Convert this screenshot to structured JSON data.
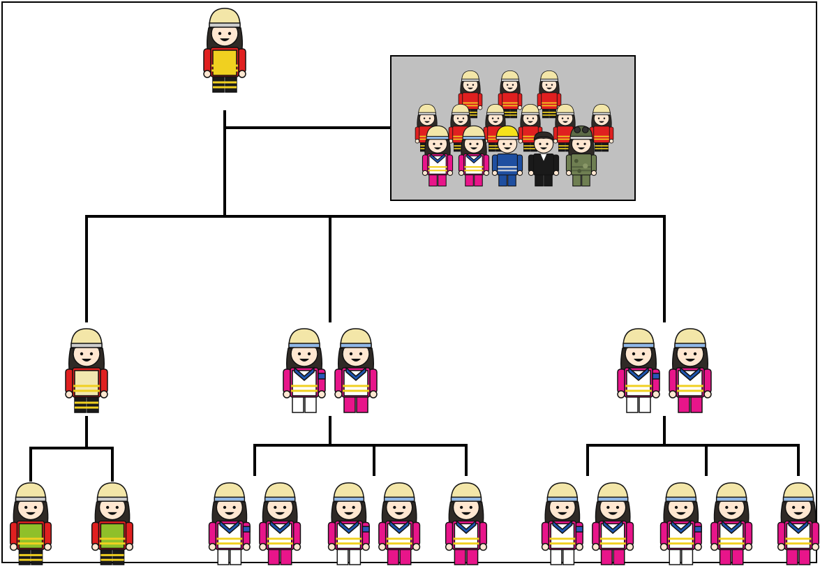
{
  "diagram": {
    "colors": {
      "line": "#000000",
      "staff_box_fill": "#c0c0c0",
      "helmet": "#f3e6a8",
      "hair": "#2f2a26",
      "skin": "#ffe7d1",
      "fire_coat": "#e02020",
      "fire_vest": "#f0d020",
      "leader_vest": "#8fc02a",
      "medic_shirt": "#e8158a",
      "medic_vest": "#ffffff",
      "medic_stripe": "#f0d020",
      "medic_collar": "#1e56b0",
      "medic_trousers_alt": "#ffffff",
      "thw_blue": "#1f4fa0",
      "thw_helmet": "#f5e21b",
      "police_suit": "#1a1a1a",
      "army_camo": "#6f7f52"
    },
    "commander": {
      "role": "incident-commander",
      "figure": "firefighter-commander"
    },
    "staff_group": {
      "rows": [
        [
          "firefighter",
          "firefighter",
          "firefighter"
        ],
        [
          "firefighter",
          "firefighter",
          "firefighter",
          "firefighter",
          "firefighter",
          "firefighter"
        ],
        [
          "medic",
          "medic",
          "thw",
          "police",
          "army"
        ]
      ]
    },
    "sections": [
      {
        "leader": [
          "firefighter-section-leader"
        ],
        "units": [
          [
            "firefighter-unit-leader"
          ],
          [
            "firefighter-unit-leader"
          ]
        ]
      },
      {
        "leader": [
          "medic-doctor",
          "medic"
        ],
        "units": [
          [
            "medic-doctor",
            "medic"
          ],
          [
            "medic-doctor",
            "medic"
          ],
          [
            "medic"
          ]
        ]
      },
      {
        "leader": [
          "medic-doctor",
          "medic"
        ],
        "units": [
          [
            "medic-doctor",
            "medic"
          ],
          [
            "medic-doctor",
            "medic"
          ],
          [
            "medic"
          ]
        ]
      }
    ],
    "icons": {
      "firefighter": "firefighter-icon",
      "medic": "paramedic-icon",
      "thw": "thw-worker-icon",
      "police": "police-officer-icon",
      "army": "soldier-icon"
    }
  }
}
